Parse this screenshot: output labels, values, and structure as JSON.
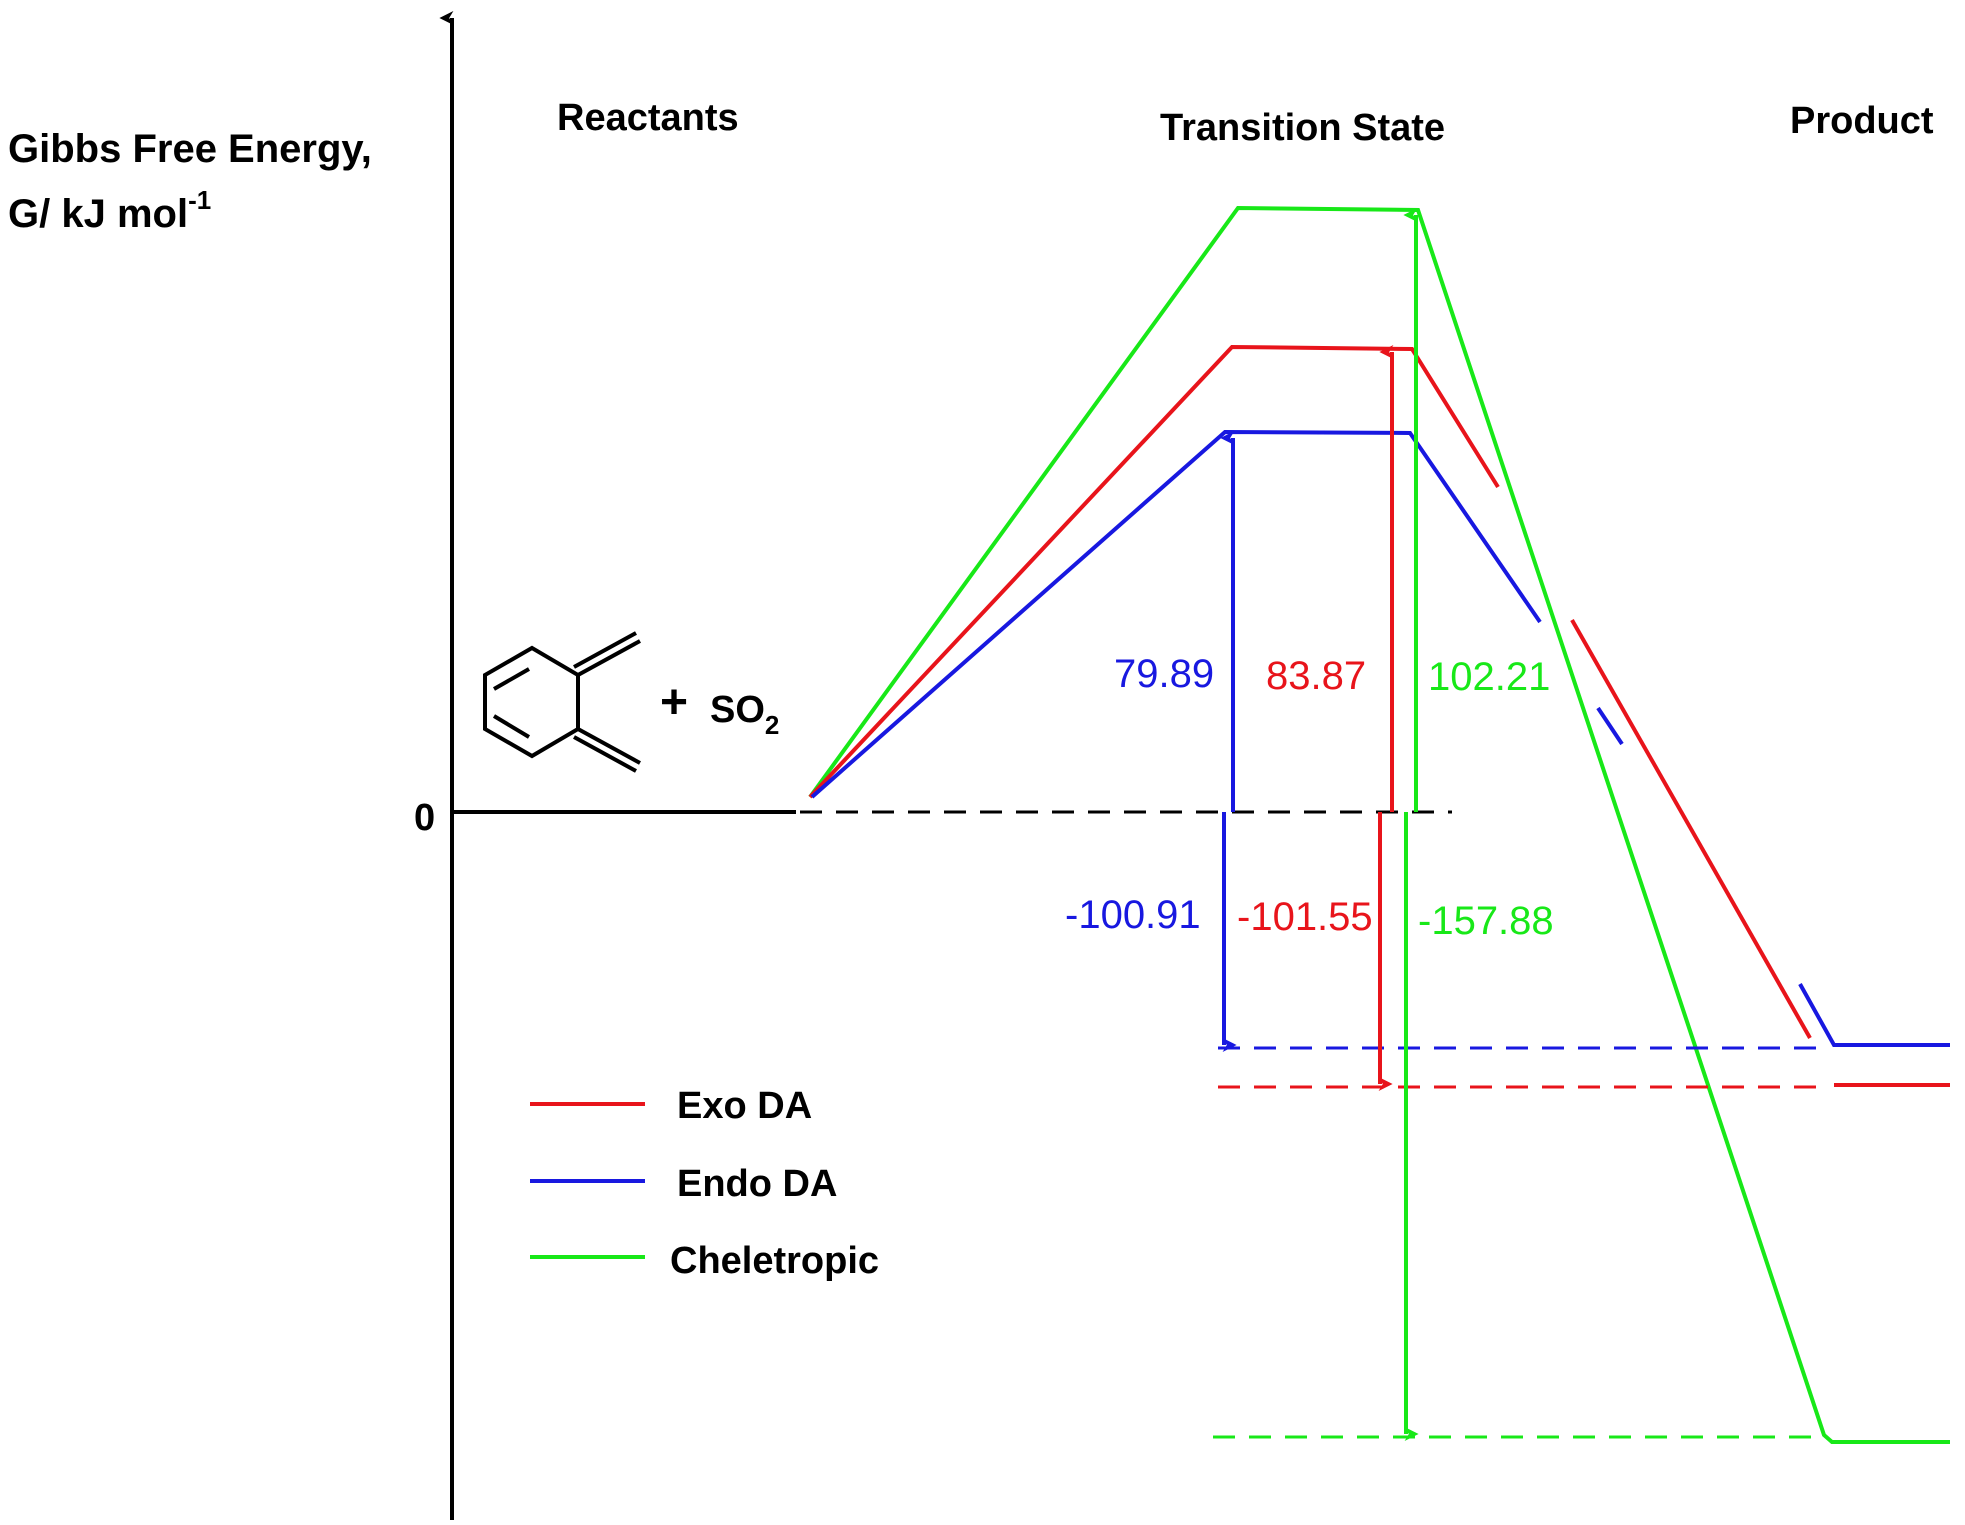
{
  "axis": {
    "title_line1": "Gibbs Free Energy,",
    "title_line2_prefix": "G/ kJ mol",
    "title_line2_sup": "-1",
    "zero_label": "0"
  },
  "stages": {
    "reactants": "Reactants",
    "transition_state": "Transition State",
    "product": "Product"
  },
  "reactant_formula": {
    "plus": "+",
    "so2_main": "SO",
    "so2_sub": "2"
  },
  "colors": {
    "exo": "#e8141b",
    "endo": "#1818e0",
    "cheletropic": "#18e818",
    "axis": "#000000"
  },
  "pathways": [
    {
      "key": "endo",
      "name": "Endo DA",
      "activation_energy": "79.89",
      "reaction_energy": "-100.91"
    },
    {
      "key": "exo",
      "name": "Exo DA",
      "activation_energy": "83.87",
      "reaction_energy": "-101.55"
    },
    {
      "key": "cheletropic",
      "name": "Cheletropic",
      "activation_energy": "102.21",
      "reaction_energy": "-157.88"
    }
  ],
  "legend": [
    {
      "key": "exo",
      "label": "Exo DA"
    },
    {
      "key": "endo",
      "label": "Endo DA"
    },
    {
      "key": "cheletropic",
      "label": "Cheletropic"
    }
  ]
}
